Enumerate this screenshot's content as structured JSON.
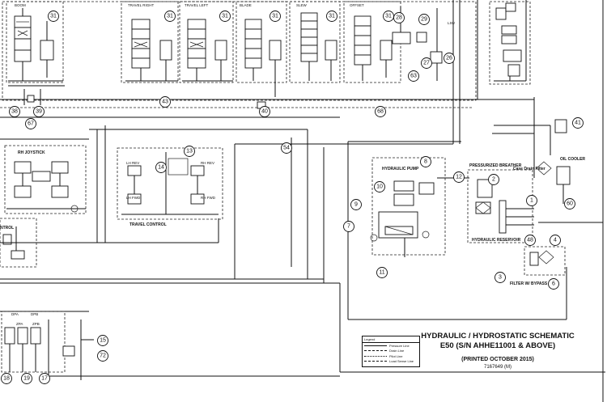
{
  "title": {
    "line1": "HYDRAULIC / HYDROSTATIC SCHEMATIC",
    "line2": "E50 (S/N AHHE11001 & ABOVE)",
    "printed": "(PRINTED OCTOBER 2015)",
    "part_number": "7167649 (M)"
  },
  "legend": {
    "title": "Legend",
    "items": [
      "Pressure Line",
      "Drain Line",
      "Pilot Line",
      "Load Sense Line"
    ]
  },
  "labels": {
    "boom": "BOOM",
    "travel_right": "TRAVEL RIGHT",
    "travel_left": "TRAVEL LEFT",
    "blade": "BLADE",
    "slew": "SLEW",
    "offset": "OFFSET",
    "rh_joystick": "RH JOYSTICK",
    "travel_control": "TRAVEL CONTROL",
    "control": "NTROL",
    "hydraulic_pump": "HYDRAULIC PUMP",
    "pressurized_breather": "PRESSURIZED BREATHER",
    "case_drain_filter": "Case Drain Filter",
    "oil_cooler": "OIL COOLER",
    "hydraulic_reservoir": "HYDRAULIC RESERVOIR",
    "filter_bypass": "FILTER W/ BYPASS",
    "lh_rev": "LH REV",
    "rh_rev": "RH REV",
    "lh_fwd": "LH FWD",
    "rh_fwd": "RH FWD",
    "dpa": "DPA",
    "dpb": "DPB",
    "zpa": "ZPA",
    "zpb": "ZPB",
    "lsu": "LSU"
  },
  "callouts": [
    "31",
    "31",
    "31",
    "31",
    "31",
    "31",
    "28",
    "29",
    "27",
    "26",
    "63",
    "43",
    "38",
    "39",
    "40",
    "68",
    "67",
    "54",
    "13",
    "14",
    "41",
    "8",
    "12",
    "2",
    "9",
    "10",
    "1",
    "7",
    "11",
    "48",
    "4",
    "3",
    "6",
    "60",
    "15",
    "72",
    "19",
    "18",
    "17"
  ]
}
